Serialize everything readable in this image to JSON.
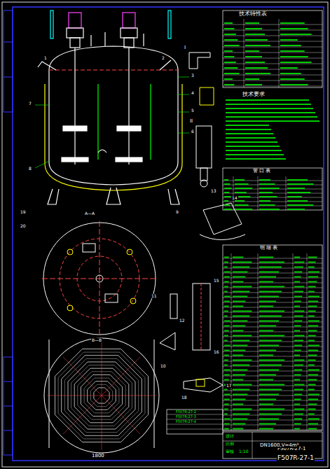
{
  "diagram": {
    "title": "F507R-27-1",
    "labels": [
      "技术特性表",
      "技术要求",
      "管 口 表",
      "明 细 表",
      "DN1600,V=4m³",
      "1800",
      "A—A",
      "B—B",
      "I",
      "II",
      "1",
      "2",
      "3",
      "4",
      "5",
      "6",
      "7",
      "8",
      "9",
      "10",
      "11",
      "12",
      "13",
      "14",
      "15",
      "16",
      "17",
      "18",
      "19",
      "20",
      "设计",
      "审核",
      "比例",
      "1:10",
      "F507R-27-1",
      "F507R-27-2",
      "F507R-27-3",
      "F507R-27-4"
    ]
  }
}
